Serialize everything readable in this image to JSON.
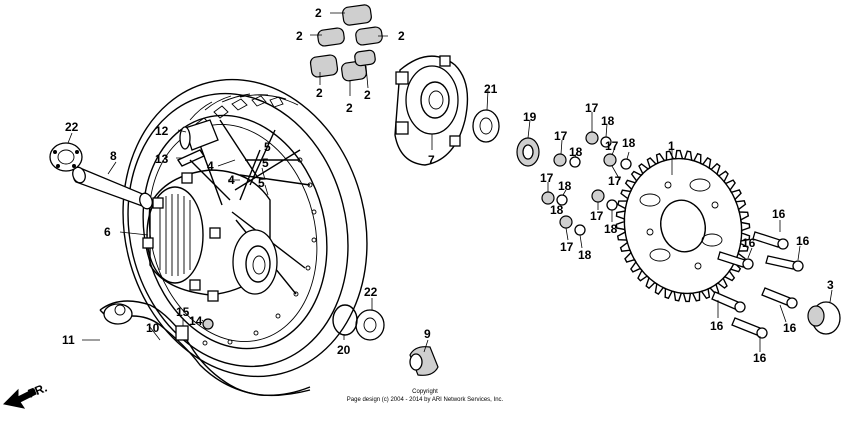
{
  "callouts": [
    {
      "id": "c2a",
      "text": "2"
    },
    {
      "id": "c2b",
      "text": "2"
    },
    {
      "id": "c2c",
      "text": "2"
    },
    {
      "id": "c2d",
      "text": "2"
    },
    {
      "id": "c2e",
      "text": "2"
    },
    {
      "id": "c2f",
      "text": "2"
    },
    {
      "id": "c21",
      "text": "21"
    },
    {
      "id": "c7",
      "text": "7"
    },
    {
      "id": "c19",
      "text": "19"
    },
    {
      "id": "c17a",
      "text": "17"
    },
    {
      "id": "c18a",
      "text": "18"
    },
    {
      "id": "c18b",
      "text": "18"
    },
    {
      "id": "c17b",
      "text": "17"
    },
    {
      "id": "c18c",
      "text": "18"
    },
    {
      "id": "c17c",
      "text": "17"
    },
    {
      "id": "c17d",
      "text": "17"
    },
    {
      "id": "c18d",
      "text": "18"
    },
    {
      "id": "c17e",
      "text": "17"
    },
    {
      "id": "c18e",
      "text": "18"
    },
    {
      "id": "c17f",
      "text": "17"
    },
    {
      "id": "c18f",
      "text": "18"
    },
    {
      "id": "c17g",
      "text": "17"
    },
    {
      "id": "c18g",
      "text": "18"
    },
    {
      "id": "c1",
      "text": "1"
    },
    {
      "id": "c22a",
      "text": "22"
    },
    {
      "id": "c12",
      "text": "12"
    },
    {
      "id": "c8",
      "text": "8"
    },
    {
      "id": "c13",
      "text": "13"
    },
    {
      "id": "c4a",
      "text": "4"
    },
    {
      "id": "c5a",
      "text": "5"
    },
    {
      "id": "c4b",
      "text": "4"
    },
    {
      "id": "c5b",
      "text": "5"
    },
    {
      "id": "c5c",
      "text": "5"
    },
    {
      "id": "c6",
      "text": "6"
    },
    {
      "id": "c16a",
      "text": "16"
    },
    {
      "id": "c16b",
      "text": "16"
    },
    {
      "id": "c16c",
      "text": "16"
    },
    {
      "id": "c3",
      "text": "3"
    },
    {
      "id": "c16d",
      "text": "16"
    },
    {
      "id": "c16e",
      "text": "16"
    },
    {
      "id": "c16f",
      "text": "16"
    },
    {
      "id": "c15",
      "text": "15"
    },
    {
      "id": "c14",
      "text": "14"
    },
    {
      "id": "c10",
      "text": "10"
    },
    {
      "id": "c11",
      "text": "11"
    },
    {
      "id": "c22b",
      "text": "22"
    },
    {
      "id": "c9",
      "text": "9"
    },
    {
      "id": "c20",
      "text": "20"
    }
  ],
  "direction_label": "FR.",
  "copyright": {
    "line1": "Copyright",
    "line2": "Page design (c) 2004 - 2014 by ARI Network Services, Inc."
  }
}
